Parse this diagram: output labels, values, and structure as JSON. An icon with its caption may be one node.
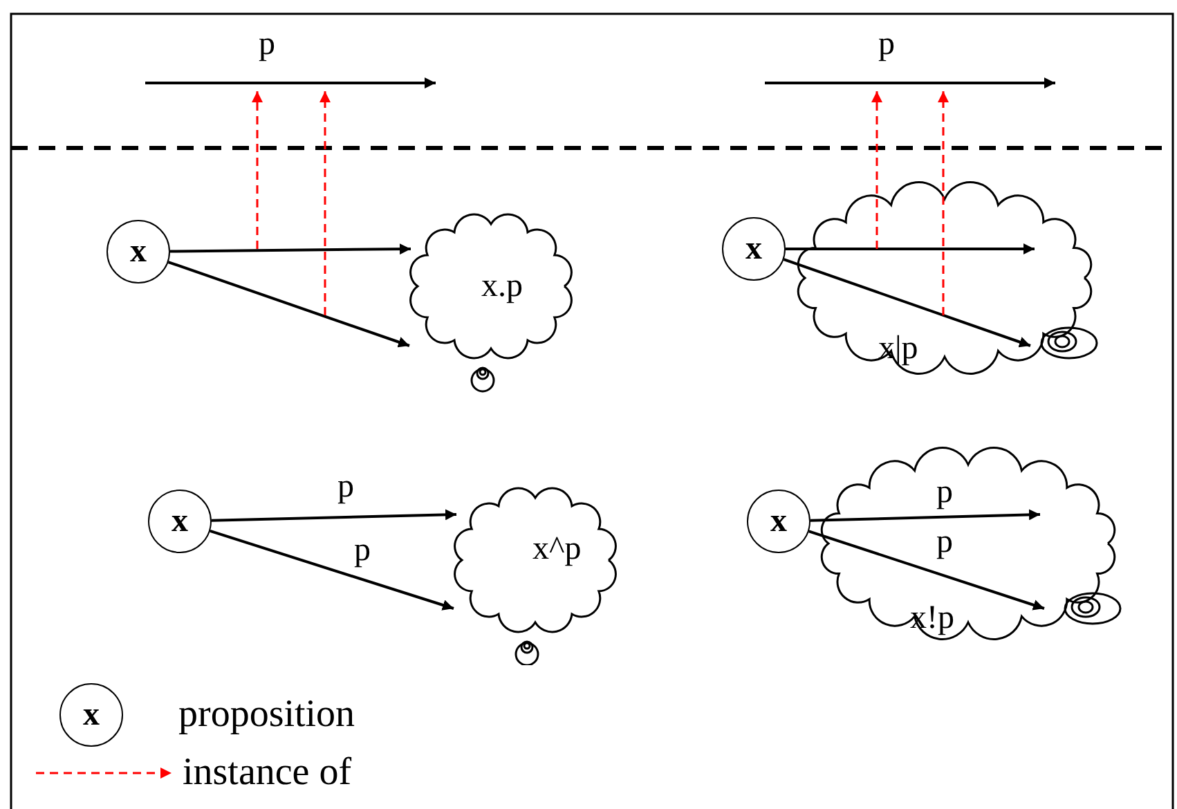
{
  "diagram": {
    "nodes": [
      {
        "text": [
          "p"
        ]
      },
      {
        "text": [
          "p"
        ]
      },
      {
        "text": [
          "x"
        ]
      },
      {
        "text": [
          "x.p"
        ]
      },
      {
        "text": [
          "x"
        ]
      },
      {
        "text": [
          "x|p"
        ]
      },
      {
        "text": [
          "x"
        ]
      },
      {
        "text": [
          "x^p"
        ]
      },
      {
        "text": [
          "x"
        ]
      },
      {
        "text": [
          "x!p"
        ]
      }
    ],
    "edges": [
      {
        "from": 2,
        "to": 3,
        "arrow": "to"
      },
      {
        "from": 2,
        "to": 3,
        "arrow": "to"
      },
      {
        "from": null,
        "to": 0,
        "arrow": "to",
        "style": "dashed",
        "color": "#ff0000"
      },
      {
        "from": null,
        "to": 0,
        "arrow": "to",
        "style": "dashed",
        "color": "#ff0000"
      },
      {
        "from": 4,
        "to": 5,
        "arrow": "to"
      },
      {
        "from": 4,
        "to": 5,
        "arrow": "to"
      },
      {
        "from": 5,
        "to": 1,
        "arrow": "to",
        "style": "dashed",
        "color": "#ff0000"
      },
      {
        "from": 5,
        "to": 1,
        "arrow": "to",
        "style": "dashed",
        "color": "#ff0000"
      },
      {
        "from": 6,
        "to": 7,
        "arrow": "to",
        "label": "p"
      },
      {
        "from": 6,
        "to": 7,
        "arrow": "to",
        "label": "p"
      },
      {
        "from": 8,
        "to": 9,
        "arrow": "to",
        "label": "p"
      },
      {
        "from": 8,
        "to": 9,
        "arrow": "to",
        "label": "p"
      }
    ],
    "labels": [
      "x"
    ],
    "legend": [
      {
        "text": "proposition"
      },
      {
        "text": "instance of"
      }
    ]
  }
}
